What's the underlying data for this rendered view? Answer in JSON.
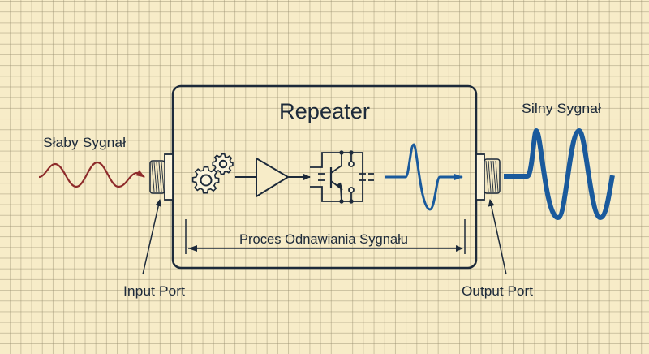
{
  "diagram": {
    "title": "Repeater",
    "weak_signal_label": "Słaby Sygnał",
    "strong_signal_label": "Silny Sygnał",
    "process_label": "Proces Odnawiania Sygnału",
    "input_port_label": "Input Port",
    "output_port_label": "Output Port",
    "components": [
      {
        "name": "gears",
        "icon": "gears-icon"
      },
      {
        "name": "amplifier",
        "icon": "amplifier-triangle-icon"
      },
      {
        "name": "transistor-circuit",
        "icon": "transistor-circuit-icon"
      },
      {
        "name": "regenerated-pulse",
        "icon": "pulse-wave-icon"
      }
    ],
    "colors": {
      "ink": "#1d2a3a",
      "weak_signal": "#8e2b2b",
      "strong_signal": "#1a5a9c",
      "paper": "#f7ecc8"
    }
  }
}
